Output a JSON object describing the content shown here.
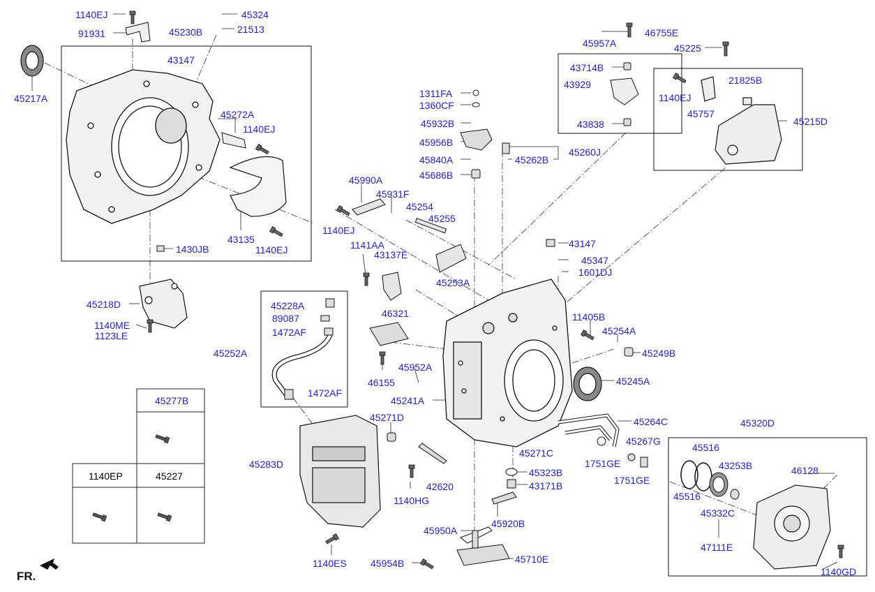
{
  "diagram": {
    "direction_label": "FR.",
    "labels": [
      {
        "id": "p1",
        "text": "1140EJ"
      },
      {
        "id": "p2",
        "text": "45324"
      },
      {
        "id": "p3",
        "text": "91931"
      },
      {
        "id": "p4",
        "text": "45230B"
      },
      {
        "id": "p5",
        "text": "21513"
      },
      {
        "id": "p6",
        "text": "43147"
      },
      {
        "id": "p7",
        "text": "45217A"
      },
      {
        "id": "p8",
        "text": "45272A"
      },
      {
        "id": "p9",
        "text": "1140EJ"
      },
      {
        "id": "p10",
        "text": "43135"
      },
      {
        "id": "p11",
        "text": "1140EJ"
      },
      {
        "id": "p12",
        "text": "1430JB"
      },
      {
        "id": "p13",
        "text": "45218D"
      },
      {
        "id": "p14",
        "text": "1140ME"
      },
      {
        "id": "p15",
        "text": "1123LE"
      },
      {
        "id": "p16",
        "text": "45957A"
      },
      {
        "id": "p17",
        "text": "46755E"
      },
      {
        "id": "p18",
        "text": "43714B"
      },
      {
        "id": "p19",
        "text": "43929"
      },
      {
        "id": "p20",
        "text": "43838"
      },
      {
        "id": "p21",
        "text": "45225"
      },
      {
        "id": "p22",
        "text": "21825B"
      },
      {
        "id": "p23",
        "text": "1140EJ"
      },
      {
        "id": "p24",
        "text": "45757"
      },
      {
        "id": "p25",
        "text": "45215D"
      },
      {
        "id": "p26",
        "text": "1311FA"
      },
      {
        "id": "p27",
        "text": "1360CF"
      },
      {
        "id": "p28",
        "text": "45932B"
      },
      {
        "id": "p29",
        "text": "45956B"
      },
      {
        "id": "p30",
        "text": "45840A"
      },
      {
        "id": "p31",
        "text": "45686B"
      },
      {
        "id": "p32",
        "text": "45262B"
      },
      {
        "id": "p33",
        "text": "45260J"
      },
      {
        "id": "p34",
        "text": "45990A"
      },
      {
        "id": "p35",
        "text": "45931F"
      },
      {
        "id": "p36",
        "text": "45254"
      },
      {
        "id": "p37",
        "text": "1140EJ"
      },
      {
        "id": "p38",
        "text": "45255"
      },
      {
        "id": "p39",
        "text": "1141AA"
      },
      {
        "id": "p40",
        "text": "43137E"
      },
      {
        "id": "p41",
        "text": "45253A"
      },
      {
        "id": "p42",
        "text": "43147"
      },
      {
        "id": "p43",
        "text": "45347"
      },
      {
        "id": "p44",
        "text": "1601DJ"
      },
      {
        "id": "p45",
        "text": "45228A"
      },
      {
        "id": "p46",
        "text": "89087"
      },
      {
        "id": "p47",
        "text": "1472AF"
      },
      {
        "id": "p48",
        "text": "46321"
      },
      {
        "id": "p49",
        "text": "45252A"
      },
      {
        "id": "p50",
        "text": "45952A"
      },
      {
        "id": "p51",
        "text": "46155"
      },
      {
        "id": "p52",
        "text": "1472AF"
      },
      {
        "id": "p53",
        "text": "45241A"
      },
      {
        "id": "p54",
        "text": "11405B"
      },
      {
        "id": "p55",
        "text": "45254A"
      },
      {
        "id": "p56",
        "text": "45249B"
      },
      {
        "id": "p57",
        "text": "45245A"
      },
      {
        "id": "p58",
        "text": "45271D"
      },
      {
        "id": "p59",
        "text": "45264C"
      },
      {
        "id": "p60",
        "text": "45271C"
      },
      {
        "id": "p61",
        "text": "45267G"
      },
      {
        "id": "p62",
        "text": "1751GE"
      },
      {
        "id": "p63",
        "text": "1751GE"
      },
      {
        "id": "p64",
        "text": "45283D"
      },
      {
        "id": "p65",
        "text": "45323B"
      },
      {
        "id": "p66",
        "text": "43171B"
      },
      {
        "id": "p67",
        "text": "42620"
      },
      {
        "id": "p68",
        "text": "1140HG"
      },
      {
        "id": "p69",
        "text": "45920B"
      },
      {
        "id": "p70",
        "text": "45950A"
      },
      {
        "id": "p71",
        "text": "1140ES"
      },
      {
        "id": "p72",
        "text": "45954B"
      },
      {
        "id": "p73",
        "text": "45710E"
      },
      {
        "id": "p74",
        "text": "45320D"
      },
      {
        "id": "p75",
        "text": "45516"
      },
      {
        "id": "p76",
        "text": "43253B"
      },
      {
        "id": "p77",
        "text": "46128"
      },
      {
        "id": "p78",
        "text": "45516"
      },
      {
        "id": "p79",
        "text": "45332C"
      },
      {
        "id": "p80",
        "text": "47111E"
      },
      {
        "id": "p81",
        "text": "1140GD"
      }
    ],
    "legend_table": {
      "cells": [
        "45277B",
        "1140EP",
        "45227"
      ]
    }
  }
}
